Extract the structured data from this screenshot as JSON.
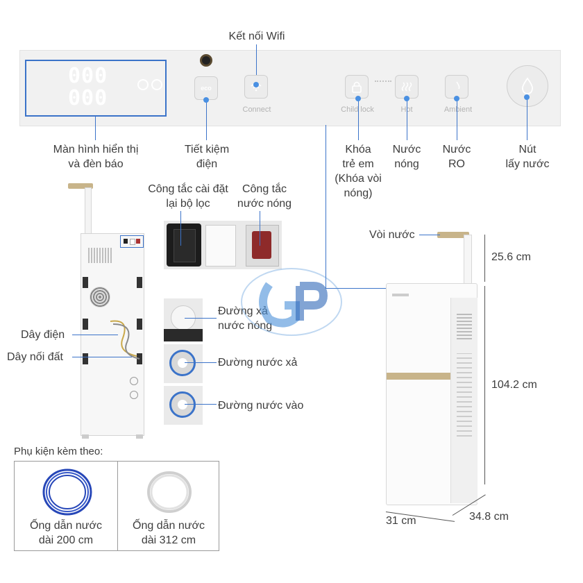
{
  "panel": {
    "wifi_label": "Kết nối Wifi",
    "connect_caption": "Connect",
    "eco_caption": "eco",
    "child_lock_caption": "Child lock",
    "hot_caption": "Hot",
    "ambient_caption": "Ambient",
    "display_digits_top": "000",
    "display_digits_bottom": "000"
  },
  "labels": {
    "display_line1": "Màn hình hiển thị",
    "display_line2": "và đèn báo",
    "eco_line1": "Tiết kiệm",
    "eco_line2": "điện",
    "child_line1": "Khóa",
    "child_line2": "trẻ em",
    "child_line3": "(Khóa vòi",
    "child_line4": "nóng)",
    "hot_line1": "Nước",
    "hot_line2": "nóng",
    "ro_line1": "Nước",
    "ro_line2": "RO",
    "dispense_line1": "Nút",
    "dispense_line2": "lấy nước"
  },
  "back": {
    "filter_switch_line1": "Công tắc cài đặt",
    "filter_switch_line2": "lại bộ lọc",
    "hot_switch_line1": "Công tắc",
    "hot_switch_line2": "nước nóng",
    "power_cord": "Dây điện",
    "ground_wire": "Dây nối đất",
    "hot_drain_line1": "Đường xả",
    "hot_drain_line2": "nước nóng",
    "drain_line": "Đường nước xả",
    "inlet_line": "Đường nước vào"
  },
  "product": {
    "faucet": "Vòi nước",
    "faucet_height": "25.6 cm",
    "body_height": "104.2 cm",
    "width": "31 cm",
    "depth": "34.8 cm"
  },
  "accessories": {
    "title": "Phụ kiện kèm theo:",
    "items": [
      {
        "line1": "Ống dẫn nước",
        "line2": "dài 200 cm"
      },
      {
        "line1": "Ống dẫn nước",
        "line2": "dài 312 cm"
      }
    ]
  },
  "colors": {
    "accent": "#3b73c9",
    "gold": "#c8b48a",
    "watermark": "#4a8fd8"
  }
}
